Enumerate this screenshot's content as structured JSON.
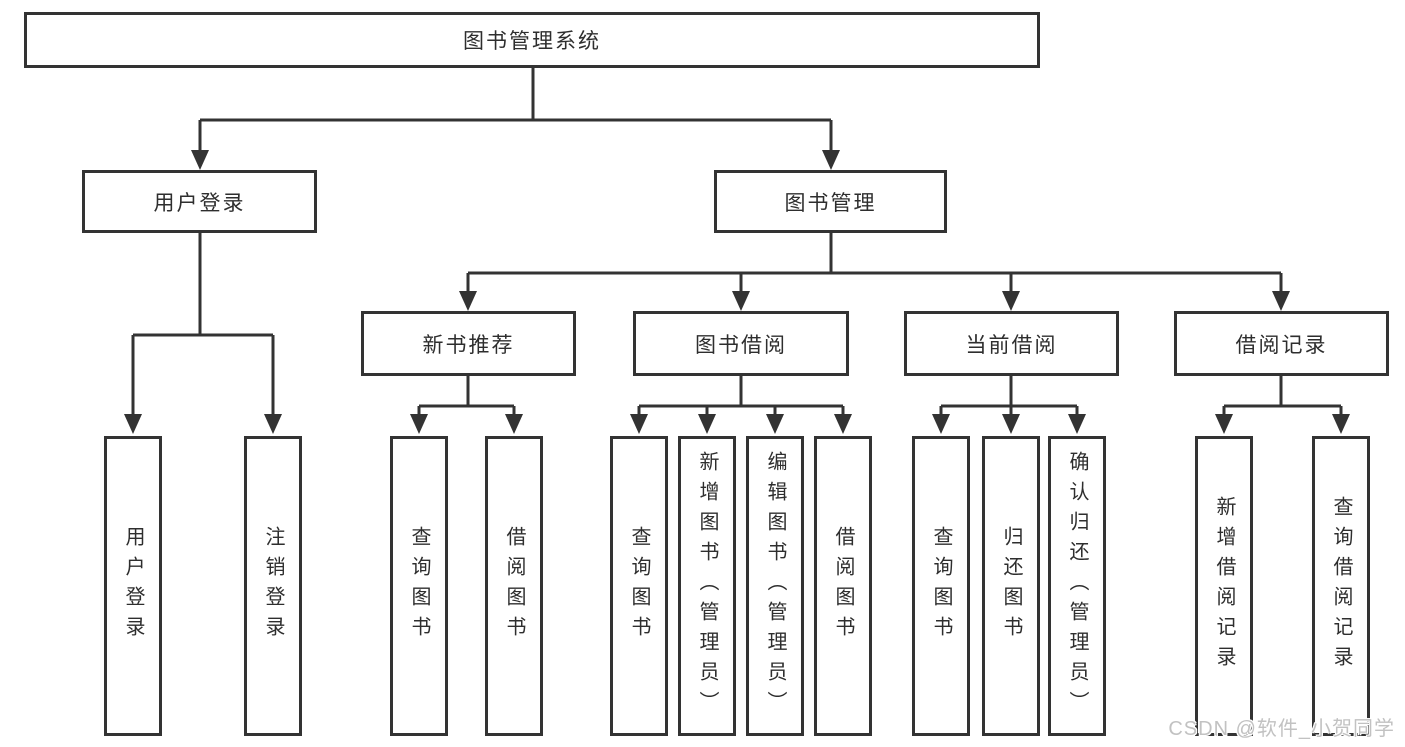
{
  "tree": {
    "root": {
      "label": "图书管理系统"
    },
    "branches": [
      {
        "label": "用户登录",
        "children": [
          {
            "label": "用户登录"
          },
          {
            "label": "注销登录"
          }
        ]
      },
      {
        "label": "图书管理",
        "children": [
          {
            "label": "新书推荐",
            "children": [
              {
                "label": "查询图书"
              },
              {
                "label": "借阅图书"
              }
            ]
          },
          {
            "label": "图书借阅",
            "children": [
              {
                "label": "查询图书"
              },
              {
                "label": "新增图书（管理员）"
              },
              {
                "label": "编辑图书（管理员）"
              },
              {
                "label": "借阅图书"
              }
            ]
          },
          {
            "label": "当前借阅",
            "children": [
              {
                "label": "查询图书"
              },
              {
                "label": "归还图书"
              },
              {
                "label": "确认归还（管理员）"
              }
            ]
          },
          {
            "label": "借阅记录",
            "children": [
              {
                "label": "新增借阅记录"
              },
              {
                "label": "查询借阅记录"
              }
            ]
          }
        ]
      }
    ]
  },
  "watermark": {
    "text": "CSDN @软件_小贺同学"
  },
  "colors": {
    "line": "#333333",
    "text": "#2e2e2e",
    "box_background": "#ffffff",
    "page_background": "#ffffff",
    "watermark": "#c2c2c2"
  }
}
